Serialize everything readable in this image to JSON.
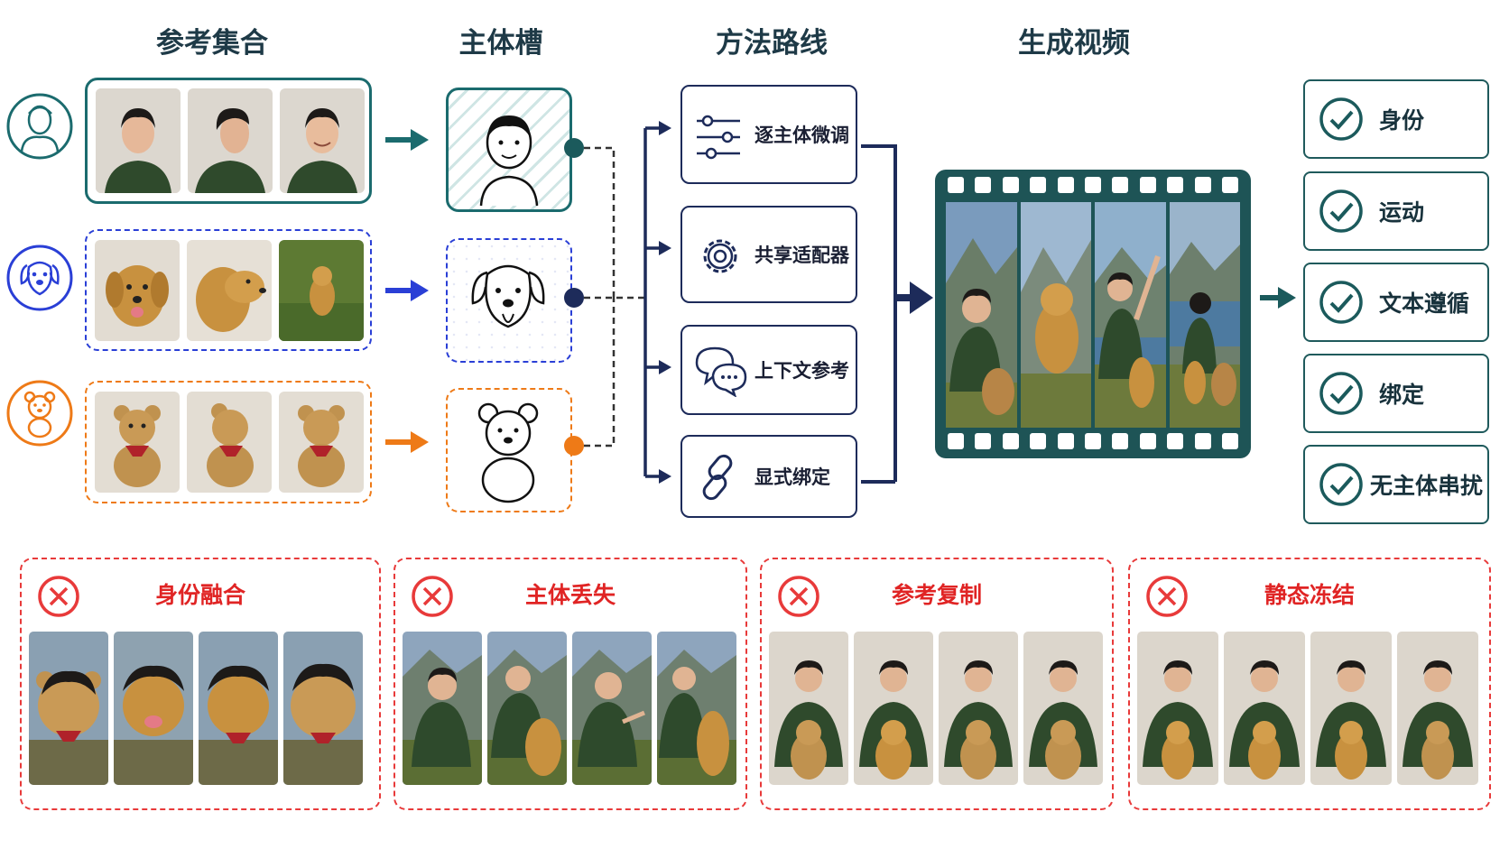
{
  "headers": {
    "reference_set": "参考集合",
    "subject_slot": "主体槽",
    "method_route": "方法路线",
    "generated_video": "生成视频"
  },
  "rows": [
    {
      "subject": "person",
      "icon": "person-icon",
      "color": "#1b6b6e"
    },
    {
      "subject": "dog",
      "icon": "dog-icon",
      "color": "#2a3fd6"
    },
    {
      "subject": "teddy-bear",
      "icon": "teddy-bear-icon",
      "color": "#ee7a17"
    }
  ],
  "methods": [
    {
      "label": "逐主体微调",
      "icon": "sliders-icon"
    },
    {
      "label": "共享适配器",
      "icon": "gear-icon"
    },
    {
      "label": "上下文参考",
      "icon": "chat-bubbles-icon"
    },
    {
      "label": "显式绑定",
      "icon": "chain-link-icon"
    }
  ],
  "criteria": [
    {
      "label": "身份",
      "icon": "check-icon"
    },
    {
      "label": "运动",
      "icon": "check-icon"
    },
    {
      "label": "文本遵循",
      "icon": "check-icon"
    },
    {
      "label": "绑定",
      "icon": "check-icon"
    },
    {
      "label": "无主体串扰",
      "icon": "check-icon"
    }
  ],
  "failures": [
    {
      "label": "身份融合",
      "icon": "x-circle-icon"
    },
    {
      "label": "主体丢失",
      "icon": "x-circle-icon"
    },
    {
      "label": "参考复制",
      "icon": "x-circle-icon"
    },
    {
      "label": "静态冻结",
      "icon": "x-circle-icon"
    }
  ],
  "colors": {
    "teal": "#1b6b6e",
    "blue": "#2a3fd6",
    "orange": "#ee7a17",
    "navy": "#1d2b5a",
    "red": "#e83a3a",
    "film": "#1e5456"
  }
}
